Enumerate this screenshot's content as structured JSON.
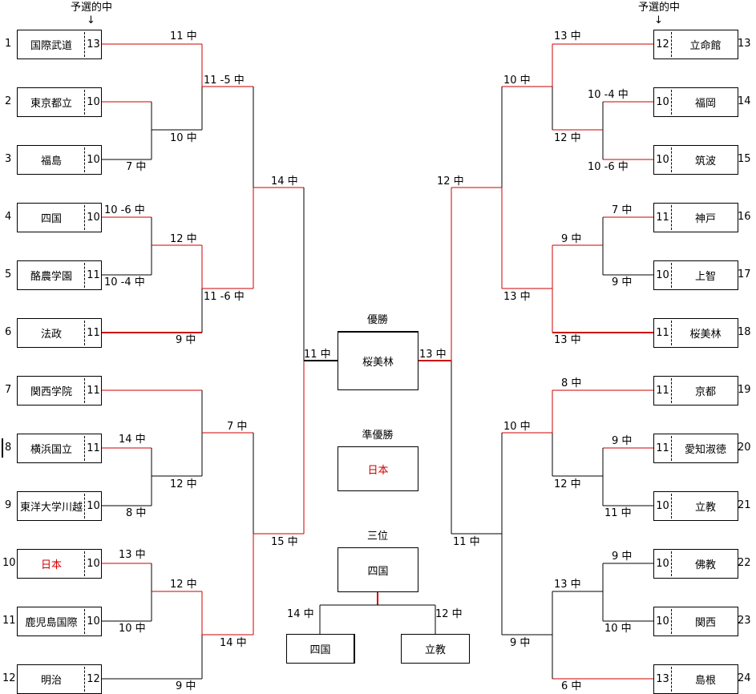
{
  "header": {
    "left_note": "予選的中",
    "right_note": "予選的中",
    "arrow": "↓"
  },
  "left_teams": [
    {
      "seed": "1",
      "name": "国際武道",
      "score": "13"
    },
    {
      "seed": "2",
      "name": "東京都立",
      "score": "10"
    },
    {
      "seed": "3",
      "name": "福島",
      "score": "10"
    },
    {
      "seed": "4",
      "name": "四国",
      "score": "10"
    },
    {
      "seed": "5",
      "name": "酪農学園",
      "score": "11"
    },
    {
      "seed": "6",
      "name": "法政",
      "score": "11"
    },
    {
      "seed": "7",
      "name": "関西学院",
      "score": "11"
    },
    {
      "seed": "8",
      "name": "横浜国立",
      "score": "11"
    },
    {
      "seed": "9",
      "name": "東洋大学川越",
      "score": "10"
    },
    {
      "seed": "10",
      "name": "日本",
      "score": "10",
      "highlight": true
    },
    {
      "seed": "11",
      "name": "鹿児島国際",
      "score": "10"
    },
    {
      "seed": "12",
      "name": "明治",
      "score": "12"
    }
  ],
  "right_teams": [
    {
      "seed": "13",
      "name": "立命館",
      "score": "12"
    },
    {
      "seed": "14",
      "name": "福岡",
      "score": "10"
    },
    {
      "seed": "15",
      "name": "筑波",
      "score": "10"
    },
    {
      "seed": "16",
      "name": "神戸",
      "score": "11"
    },
    {
      "seed": "17",
      "name": "上智",
      "score": "10"
    },
    {
      "seed": "18",
      "name": "桜美林",
      "score": "11"
    },
    {
      "seed": "19",
      "name": "京都",
      "score": "11"
    },
    {
      "seed": "20",
      "name": "愛知淑徳",
      "score": "11"
    },
    {
      "seed": "21",
      "name": "立教",
      "score": "10"
    },
    {
      "seed": "22",
      "name": "佛教",
      "score": "10"
    },
    {
      "seed": "23",
      "name": "関西",
      "score": "10"
    },
    {
      "seed": "24",
      "name": "島根",
      "score": "13"
    }
  ],
  "left_r1_labels": [
    "11 中",
    "10 中",
    "7 中",
    "10 -6 中",
    "12 中",
    "10 -4 中",
    "9 中",
    "14 中",
    "12 中",
    "8 中",
    "13 中",
    "12 中",
    "10 中",
    "9 中"
  ],
  "left_r2_labels": [
    "11 -5 中",
    "11 -6 中",
    "7 中",
    "14 中"
  ],
  "left_r3_labels": [
    "14 中",
    "15 中"
  ],
  "left_final_label": "11 中",
  "right_r1_labels": [
    "13 中",
    "10 -4 中",
    "12 中",
    "10 -6 中",
    "7 中",
    "9 中",
    "9 中",
    "13 中",
    "8 中",
    "9 中",
    "12 中",
    "11 中",
    "9 中",
    "13 中",
    "10 中",
    "6 中"
  ],
  "right_r2_labels": [
    "10 中",
    "13 中",
    "10 中",
    "9 中"
  ],
  "right_r3_labels": [
    "12 中",
    "11 中"
  ],
  "right_final_label": "13 中",
  "center": {
    "champion_title": "優勝",
    "champion": "桜美林",
    "runner_up_title": "準優勝",
    "runner_up": "日本",
    "third_title": "三位",
    "third": "四国",
    "third_left_score": "14 中",
    "third_right_score": "12 中",
    "third_left_team": "四国",
    "third_right_team": "立教"
  },
  "colors": {
    "win_line": "#cc0000",
    "line": "#000000",
    "highlight_text": "#cc0000"
  }
}
